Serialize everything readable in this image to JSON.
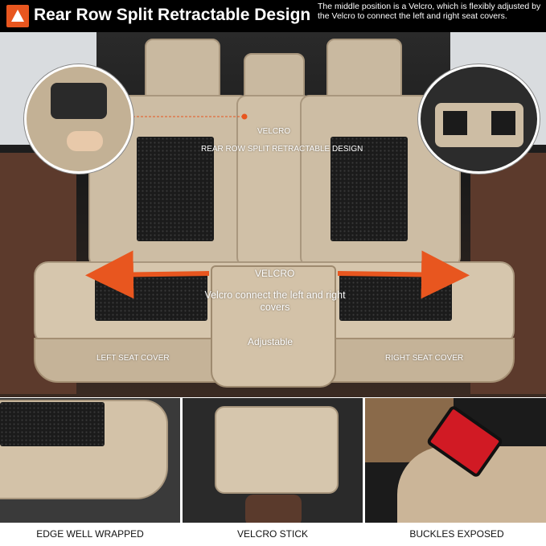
{
  "header": {
    "title": "Rear Row Split Retractable Design",
    "subtitle": "The middle position is a Velcro, which is flexibly adjusted by the Velcro to connect the left and right seat covers."
  },
  "main_image": {
    "labels": {
      "velcro_top": "VELCRO",
      "split_design": "REAR ROW SPLIT RETRACTABLE DESIGN",
      "velcro_center": "VELCRO",
      "velcro_connect": "Velcro connect the left and right covers",
      "adjustable": "Adjustable",
      "left_seat_cover": "LEFT SEAT COVER",
      "right_seat_cover": "RIGHT SEAT COVER"
    }
  },
  "captions": {
    "edge": "EDGE WELL WRAPPED",
    "velcro_stick": "VELCRO STICK",
    "buckles": "BUCKLES EXPOSED"
  },
  "colors": {
    "accent": "#e8561f",
    "beige": "#cdbda4",
    "mesh": "#1b1b1b",
    "buckle_red": "#d11a24"
  }
}
